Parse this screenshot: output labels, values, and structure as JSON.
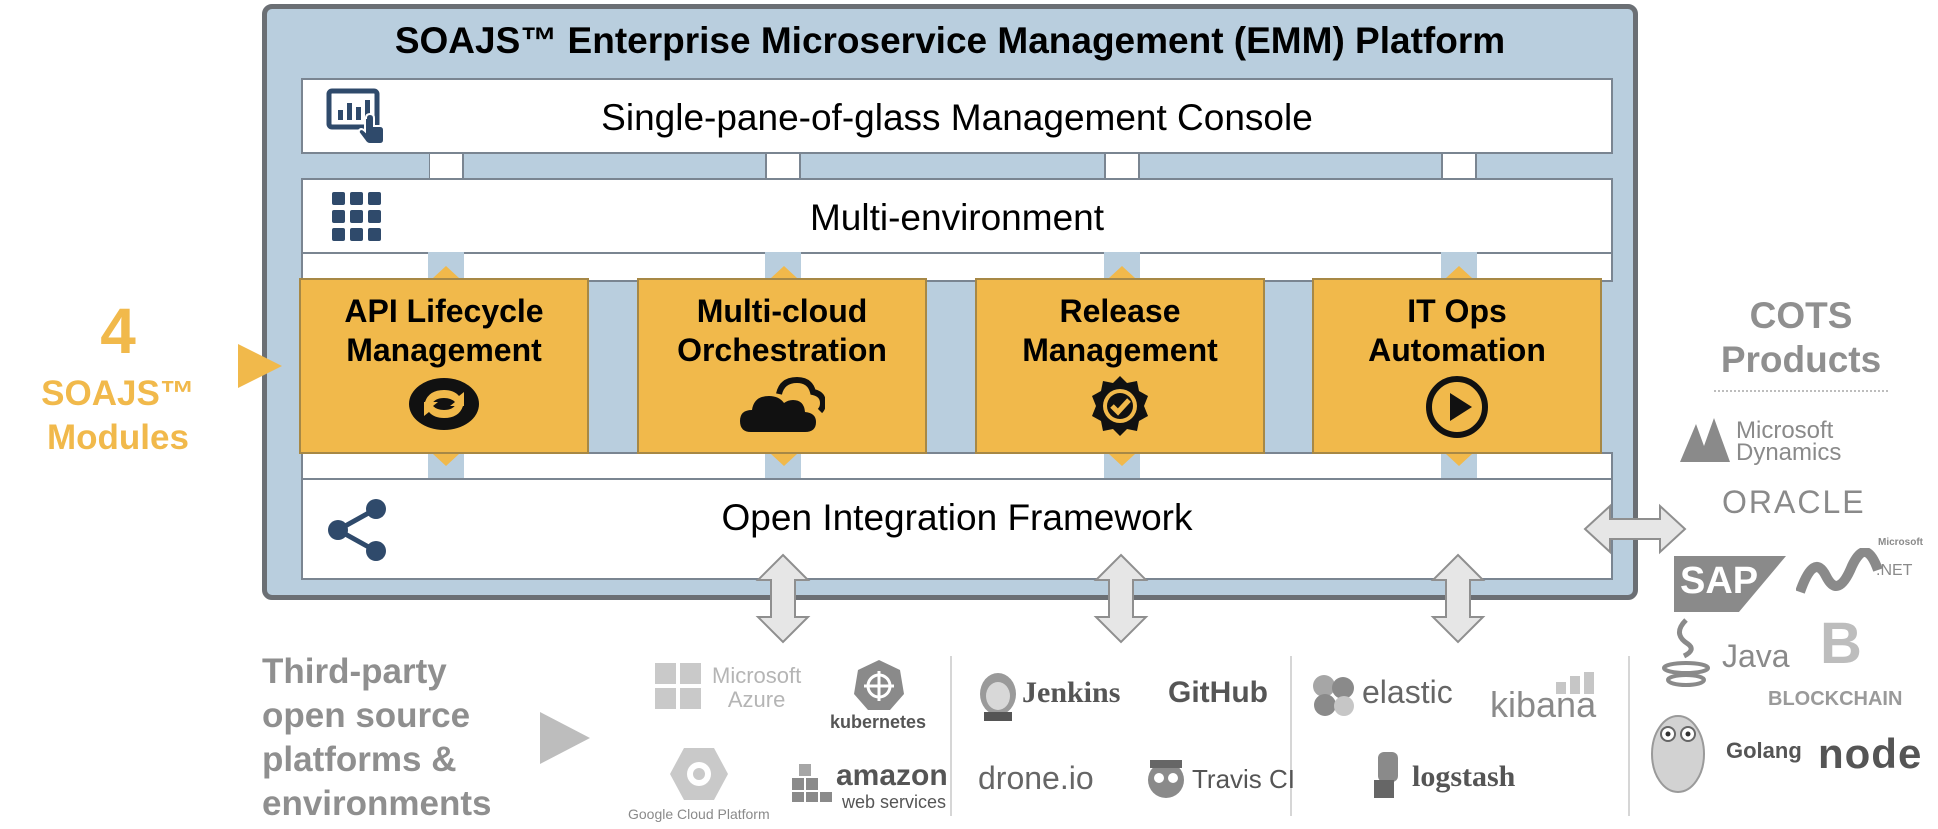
{
  "platform": {
    "title": "SOAJS™ Enterprise Microservice Management (EMM) Platform",
    "console_label": "Single-pane-of-glass Management Console",
    "multienv_label": "Multi-environment",
    "integration_label": "Open Integration Framework"
  },
  "modules": [
    {
      "line1": "API Lifecycle",
      "line2": "Management",
      "icon": "sync-icon"
    },
    {
      "line1": "Multi-cloud",
      "line2": "Orchestration",
      "icon": "cloud-icon"
    },
    {
      "line1": "Release",
      "line2": "Management",
      "icon": "badge-check-icon"
    },
    {
      "line1": "IT Ops",
      "line2": "Automation",
      "icon": "play-icon"
    }
  ],
  "modules_callout": {
    "count": "4",
    "line1": "SOAJS™",
    "line2": "Modules"
  },
  "cots": {
    "heading_line1": "COTS",
    "heading_line2": "Products",
    "products": [
      "Microsoft",
      "Dynamics",
      "ORACLE",
      "SAP",
      "Microsoft",
      ".NET",
      "Java",
      "BLOCKCHAIN",
      "Golang",
      "node"
    ]
  },
  "third_party": {
    "lines": [
      "Third-party",
      "open source",
      "platforms &",
      "environments"
    ],
    "groups": [
      {
        "logos": [
          "Microsoft",
          "Azure",
          "kubernetes",
          "Google Cloud Platform",
          "amazon",
          "web services"
        ]
      },
      {
        "logos": [
          "Jenkins",
          "GitHub",
          "drone.io",
          "Travis CI"
        ]
      },
      {
        "logos": [
          "elastic",
          "kibana",
          "logstash"
        ]
      }
    ]
  },
  "colors": {
    "accent": "#f1b94b",
    "panel": "#b9cede",
    "navy": "#2f4a6b",
    "gray": "#8f8f8f"
  }
}
